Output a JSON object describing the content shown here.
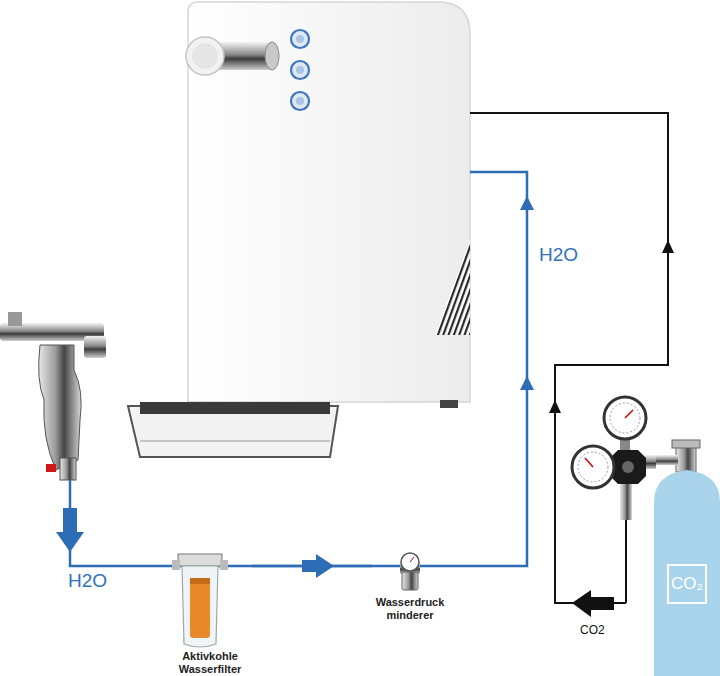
{
  "diagram": {
    "nodes": [
      {
        "text": [
          "Aktivkohle Wasserfilter"
        ]
      },
      {
        "text": [
          "Wasserdruck minderer"
        ]
      },
      {
        "text": [
          "CO₂"
        ]
      }
    ],
    "edges": [
      {
        "from": 0,
        "to": 1,
        "arrow": "to"
      }
    ],
    "labels": [
      "H2O",
      "H2O",
      "CO2"
    ]
  }
}
